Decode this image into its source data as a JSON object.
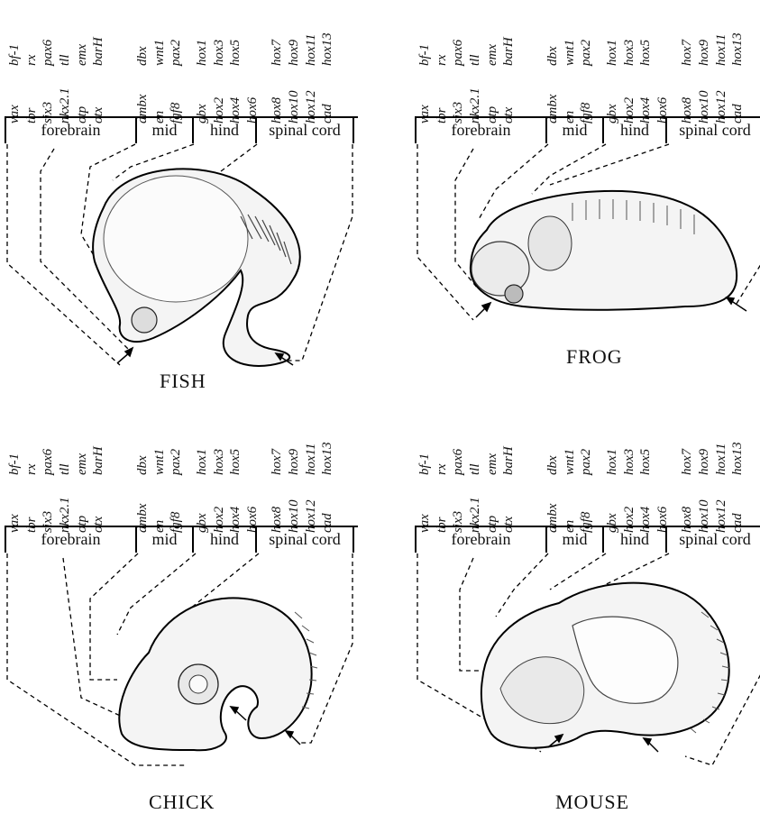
{
  "gene_columns": [
    [
      "vax",
      "bf-1"
    ],
    [
      "tbr",
      "rx"
    ],
    [
      "six3",
      "pax6"
    ],
    [
      "nkx2.1",
      "tll"
    ],
    [
      "otp",
      "emx"
    ],
    [
      "otx",
      "barH"
    ],
    [
      "dmbx",
      "dbx"
    ],
    [
      "en",
      "wnt1"
    ],
    [
      "fgf8",
      "pax2"
    ],
    [
      "gbx",
      "hox1"
    ],
    [
      "hox2",
      "hox3"
    ],
    [
      "hox4",
      "hox5"
    ],
    [
      "hox6",
      ""
    ],
    [
      "hox8",
      "hox7"
    ],
    [
      "hox10",
      "hox9"
    ],
    [
      "hox12",
      "hox11"
    ],
    [
      "cad",
      "hox13"
    ]
  ],
  "regions": [
    "forebrain",
    "mid",
    "hind",
    "spinal cord"
  ],
  "species": {
    "fish": "FISH",
    "frog": "FROG",
    "chick": "CHICK",
    "mouse": "MOUSE"
  }
}
